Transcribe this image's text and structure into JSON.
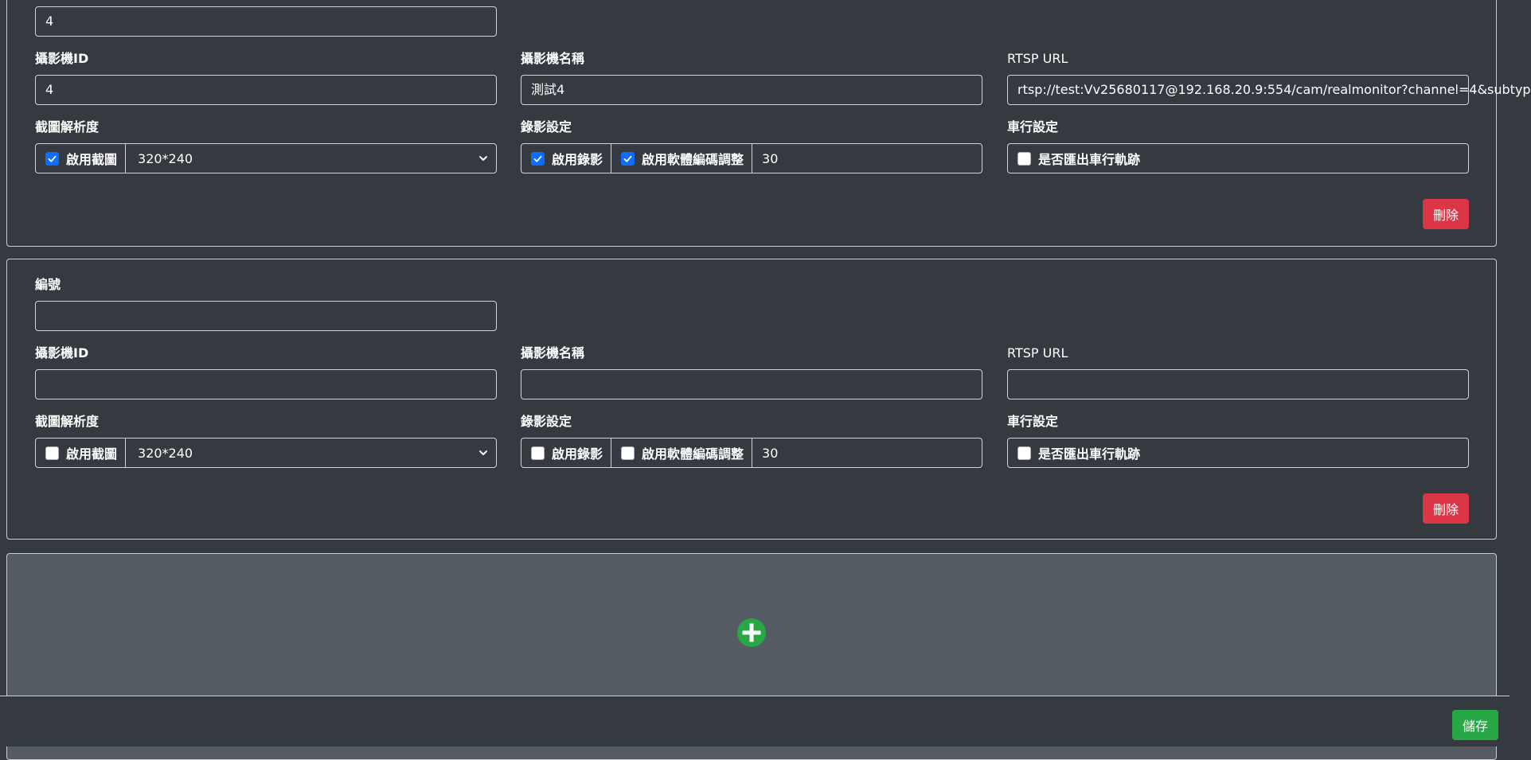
{
  "cameras": [
    {
      "number_value": "4",
      "camera_id_label": "攝影機ID",
      "camera_id_value": "4",
      "camera_name_label": "攝影機名稱",
      "camera_name_value": "測試4",
      "rtsp_label": "RTSP URL",
      "rtsp_value": "rtsp://test:Vv25680117@192.168.20.9:554/cam/realmonitor?channel=4&subtyp",
      "snapshot_label": "截圖解析度",
      "snapshot_enable_label": "啟用截圖",
      "snapshot_enabled": true,
      "snapshot_resolution": "320*240",
      "record_label": "錄影設定",
      "record_enable_label": "啟用錄影",
      "record_enabled": true,
      "soft_encode_label": "啟用軟體編碼調整",
      "soft_encode_enabled": true,
      "record_value": "30",
      "vehicle_label": "車行設定",
      "vehicle_export_label": "是否匯出車行軌跡",
      "vehicle_export_enabled": false,
      "delete_label": "刪除"
    },
    {
      "number_label": "編號",
      "number_value": "",
      "camera_id_label": "攝影機ID",
      "camera_id_value": "",
      "camera_name_label": "攝影機名稱",
      "camera_name_value": "",
      "rtsp_label": "RTSP URL",
      "rtsp_value": "",
      "snapshot_label": "截圖解析度",
      "snapshot_enable_label": "啟用截圖",
      "snapshot_enabled": false,
      "snapshot_resolution": "320*240",
      "record_label": "錄影設定",
      "record_enable_label": "啟用錄影",
      "record_enabled": false,
      "soft_encode_label": "啟用軟體編碼調整",
      "soft_encode_enabled": false,
      "record_value": "30",
      "vehicle_label": "車行設定",
      "vehicle_export_label": "是否匯出車行軌跡",
      "vehicle_export_enabled": false,
      "delete_label": "刪除"
    }
  ],
  "footer": {
    "save_label": "儲存"
  },
  "icons": {
    "add": "plus-circle-icon",
    "check": "check-icon",
    "select": "chevron-down-icon"
  },
  "colors": {
    "background": "#343a40",
    "danger": "#dc3545",
    "success": "#28a745",
    "primary": "#0d6efd",
    "add_panel": "#545b62"
  }
}
